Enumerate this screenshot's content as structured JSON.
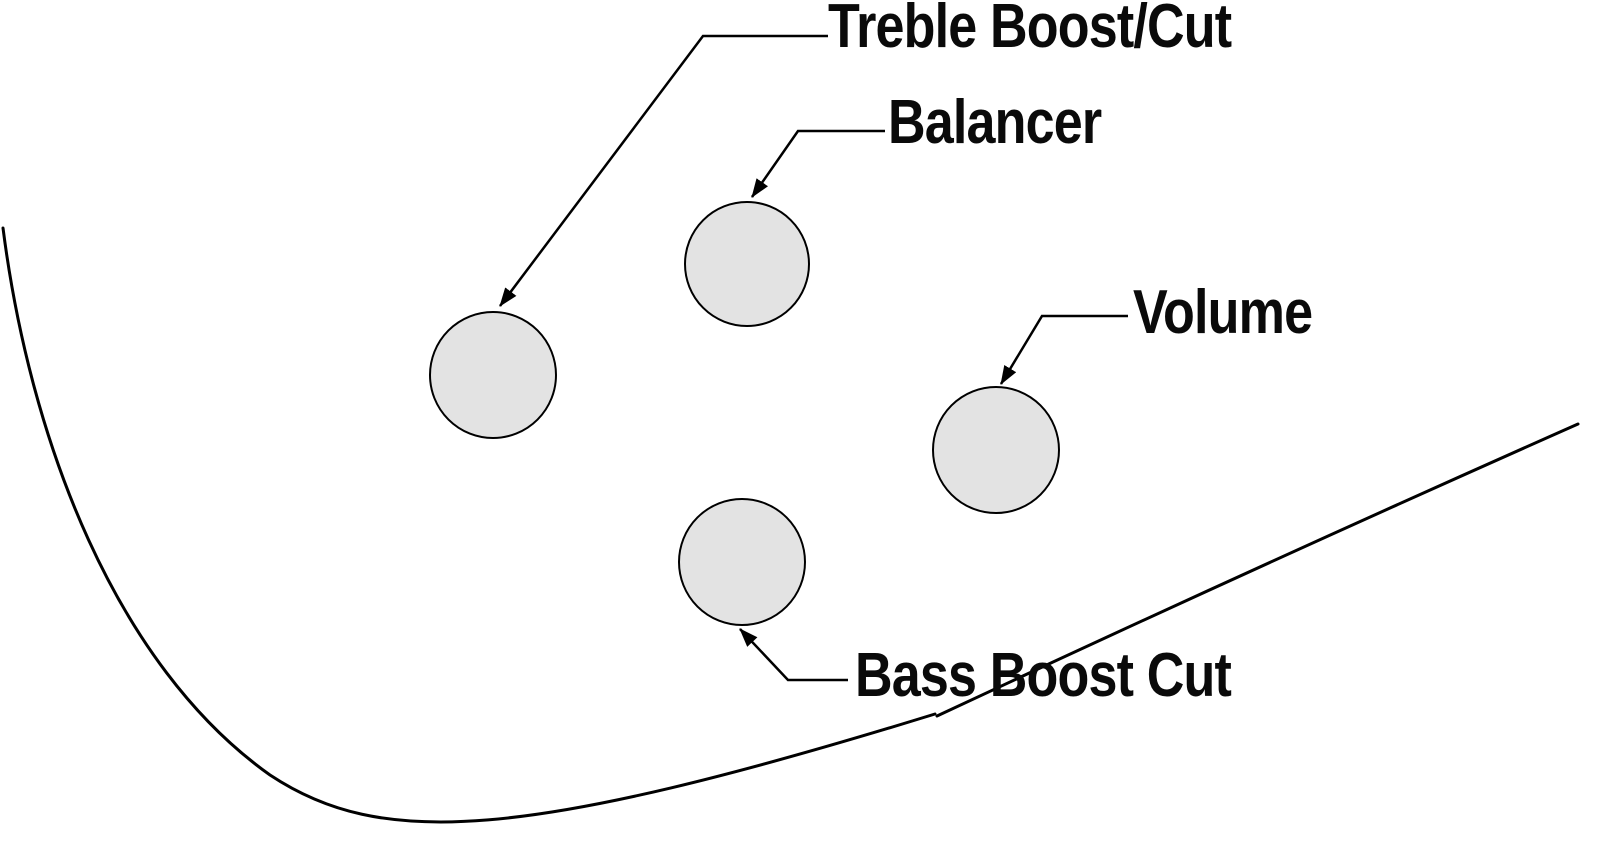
{
  "diagram": {
    "labels": {
      "treble": "Treble Boost/Cut",
      "balancer": "Balancer",
      "volume": "Volume",
      "bass": "Bass Boost Cut"
    },
    "colors": {
      "knob_fill": "#e3e3e3",
      "line": "#000000",
      "background": "#ffffff"
    }
  }
}
